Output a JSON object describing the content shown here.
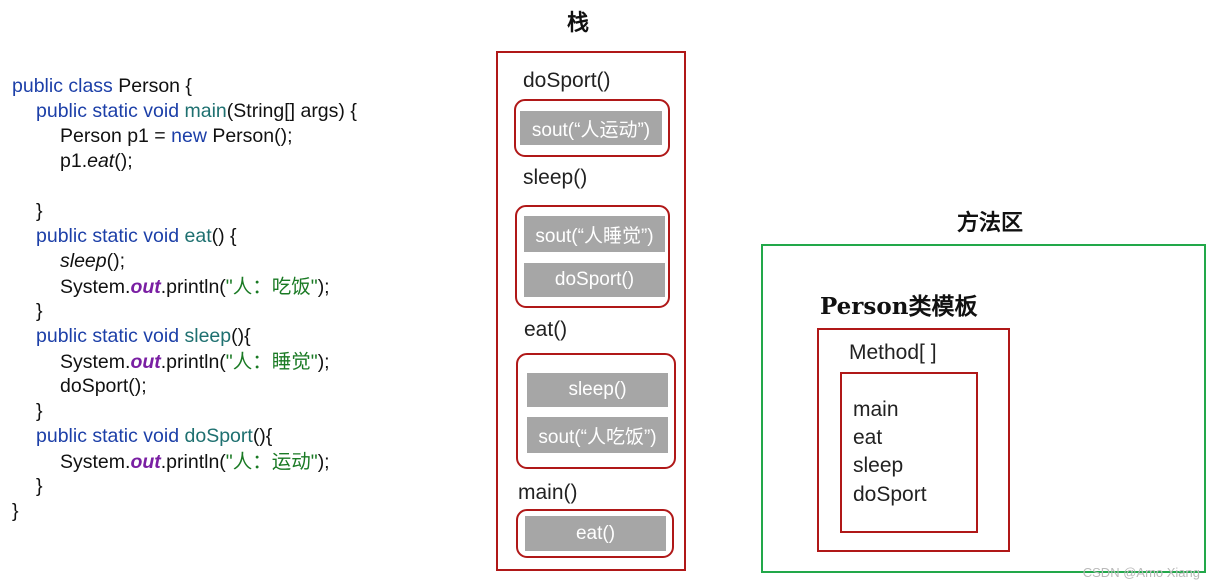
{
  "code_lines": [
    {
      "indent": 0,
      "parts": [
        {
          "c": "kw",
          "t": "public class "
        },
        {
          "c": "",
          "t": "Person {"
        }
      ]
    },
    {
      "indent": 1,
      "parts": [
        {
          "c": "kw",
          "t": "public static void "
        },
        {
          "c": "fn",
          "t": "main"
        },
        {
          "c": "",
          "t": "(String[] args) {"
        }
      ]
    },
    {
      "indent": 2,
      "parts": [
        {
          "c": "",
          "t": "Person p1 = "
        },
        {
          "c": "kw",
          "t": "new "
        },
        {
          "c": "",
          "t": "Person();"
        }
      ]
    },
    {
      "indent": 2,
      "parts": [
        {
          "c": "",
          "t": "p1."
        },
        {
          "c": "it",
          "t": "eat"
        },
        {
          "c": "",
          "t": "();"
        }
      ]
    },
    {
      "indent": 0,
      "parts": []
    },
    {
      "indent": 1,
      "parts": [
        {
          "c": "",
          "t": "}"
        }
      ]
    },
    {
      "indent": 1,
      "parts": [
        {
          "c": "kw",
          "t": "public static void "
        },
        {
          "c": "fn",
          "t": "eat"
        },
        {
          "c": "",
          "t": "() {"
        }
      ]
    },
    {
      "indent": 2,
      "parts": [
        {
          "c": "it",
          "t": "sleep"
        },
        {
          "c": "",
          "t": "();"
        }
      ]
    },
    {
      "indent": 2,
      "parts": [
        {
          "c": "",
          "t": "System."
        },
        {
          "c": "field",
          "t": "out"
        },
        {
          "c": "",
          "t": ".println("
        },
        {
          "c": "str",
          "t": "\""
        },
        {
          "c": "str cjk",
          "t": "人：吃饭"
        },
        {
          "c": "str",
          "t": "\""
        },
        {
          "c": "",
          "t": ");"
        }
      ]
    },
    {
      "indent": 1,
      "parts": [
        {
          "c": "",
          "t": "}"
        }
      ]
    },
    {
      "indent": 1,
      "parts": [
        {
          "c": "kw",
          "t": "public static void "
        },
        {
          "c": "fn",
          "t": "sleep"
        },
        {
          "c": "",
          "t": "(){"
        }
      ]
    },
    {
      "indent": 2,
      "parts": [
        {
          "c": "",
          "t": "System."
        },
        {
          "c": "field",
          "t": "out"
        },
        {
          "c": "",
          "t": ".println("
        },
        {
          "c": "str",
          "t": "\""
        },
        {
          "c": "str cjk",
          "t": "人：睡觉"
        },
        {
          "c": "str",
          "t": "\""
        },
        {
          "c": "",
          "t": ");"
        }
      ]
    },
    {
      "indent": 2,
      "parts": [
        {
          "c": "",
          "t": "doSport();"
        }
      ]
    },
    {
      "indent": 1,
      "parts": [
        {
          "c": "",
          "t": "}"
        }
      ]
    },
    {
      "indent": 1,
      "parts": [
        {
          "c": "kw",
          "t": "public static void "
        },
        {
          "c": "fn",
          "t": "doSport"
        },
        {
          "c": "",
          "t": "(){"
        }
      ]
    },
    {
      "indent": 2,
      "parts": [
        {
          "c": "",
          "t": "System."
        },
        {
          "c": "field",
          "t": "out"
        },
        {
          "c": "",
          "t": ".println("
        },
        {
          "c": "str",
          "t": "\""
        },
        {
          "c": "str cjk",
          "t": "人：运动"
        },
        {
          "c": "str",
          "t": "\""
        },
        {
          "c": "",
          "t": ");"
        }
      ]
    },
    {
      "indent": 1,
      "parts": [
        {
          "c": "",
          "t": "}"
        }
      ]
    },
    {
      "indent": 0,
      "parts": [
        {
          "c": "",
          "t": "}"
        }
      ]
    }
  ],
  "stack": {
    "title": "栈",
    "frames": [
      {
        "label": "doSport()",
        "items": [
          "sout(“人运动”)"
        ]
      },
      {
        "label": "sleep()",
        "items": [
          "sout(“人睡觉”)",
          "doSport()"
        ]
      },
      {
        "label": "eat()",
        "items": [
          "sleep()",
          "sout(“人吃饭”)"
        ]
      },
      {
        "label": "main()",
        "items": [
          "eat()"
        ]
      }
    ]
  },
  "method_area": {
    "title": "方法区",
    "template_title": "Person类模板",
    "methods_label": "Method[ ]",
    "methods": [
      "main",
      "eat",
      "sleep",
      "doSport"
    ]
  },
  "watermark": "CSDN @Amo Xiang",
  "colors": {
    "keyword": "#1c3fa8",
    "method": "#1e7070",
    "field": "#7a1fa3",
    "string": "#1a7a24",
    "stack_border": "#b01818",
    "method_area_border": "#22a84a",
    "block_fill": "#a6a6a6"
  }
}
